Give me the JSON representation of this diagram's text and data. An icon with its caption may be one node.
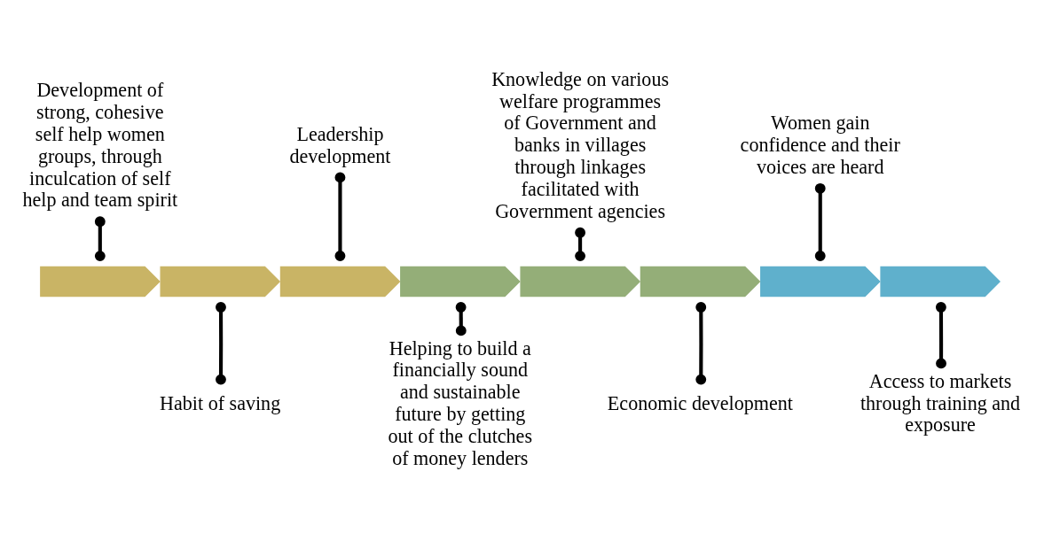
{
  "diagram": {
    "nodes": [
      {
        "text": [],
        "shape": "arrow"
      },
      {
        "text": [],
        "shape": "arrow"
      },
      {
        "text": [],
        "shape": "arrow"
      },
      {
        "text": [],
        "shape": "arrow"
      },
      {
        "text": [],
        "shape": "arrow"
      },
      {
        "text": [],
        "shape": "arrow"
      },
      {
        "text": [],
        "shape": "arrow"
      },
      {
        "text": [],
        "shape": "arrow"
      },
      {
        "text": [
          "Development of strong, cohesive self help women groups, through inculcation of self help and team spirit"
        ]
      },
      {
        "text": [
          "Habit of saving"
        ]
      },
      {
        "text": [
          "Leadership development"
        ]
      },
      {
        "text": [
          "Helping to build a financially sound and sustainable future by getting out of the clutches of money lenders"
        ]
      },
      {
        "text": [
          "Knowledge on various welfare programmes of Government and banks in villages through linkages facilitated with Government agencies"
        ]
      },
      {
        "text": [
          "Economic development"
        ]
      },
      {
        "text": [
          "Women gain confidence and their voices are heard"
        ]
      },
      {
        "text": [
          "Access to markets through training and exposure"
        ]
      }
    ],
    "edges": [
      {
        "from": 8,
        "to": 0,
        "arrow": "other"
      },
      {
        "from": 9,
        "to": 1,
        "arrow": "other"
      },
      {
        "from": 10,
        "to": 2,
        "arrow": "other"
      },
      {
        "from": 11,
        "to": 3,
        "arrow": "other"
      },
      {
        "from": 12,
        "to": 4,
        "arrow": "other"
      },
      {
        "from": 13,
        "to": 5,
        "arrow": "other"
      },
      {
        "from": 14,
        "to": 6,
        "arrow": "other"
      },
      {
        "from": 15,
        "to": 7,
        "arrow": "other"
      }
    ]
  }
}
